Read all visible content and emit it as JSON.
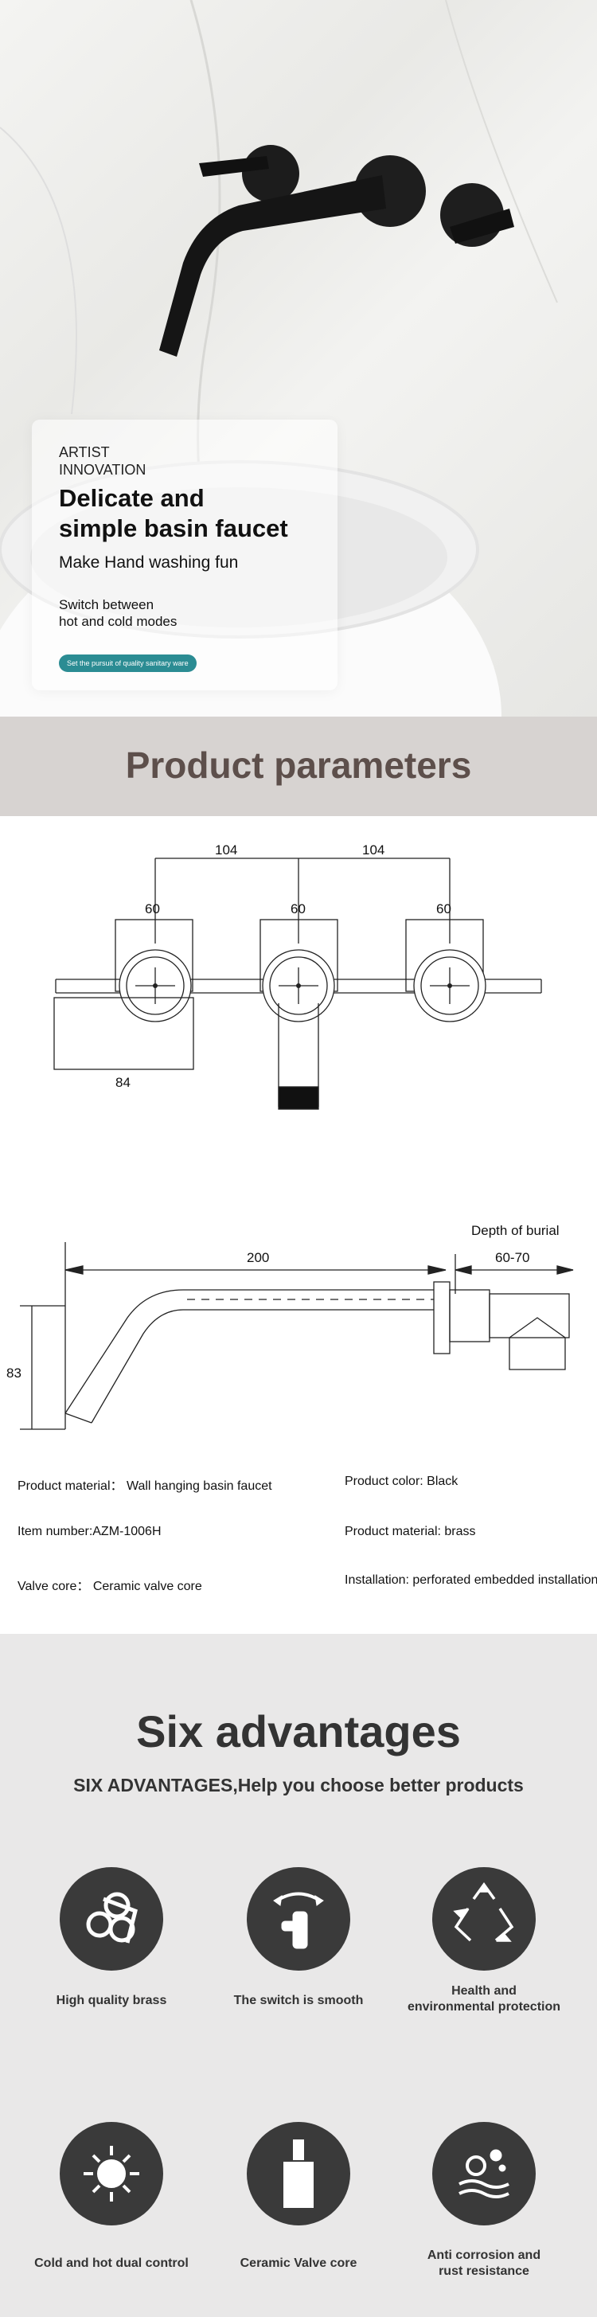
{
  "hero": {
    "brand_line1": "ARTIST",
    "brand_line2": "INNOVATION",
    "title_line1": "Delicate and",
    "title_line2": "simple basin faucet",
    "subtitle": "Make Hand washing fun",
    "desc_line1": "Switch between",
    "desc_line2": "hot and cold modes",
    "pill": "Set the pursuit of quality sanitary ware"
  },
  "parameters": {
    "heading": "Product parameters"
  },
  "drawing1": {
    "dim_spacing_left": "104",
    "dim_spacing_right": "104",
    "dim_width_left": "60",
    "dim_width_center": "60",
    "dim_width_right": "60",
    "dim_plate": "84"
  },
  "drawing2": {
    "label_depth": "Depth of burial",
    "dim_spout": "200",
    "dim_depth": "60-70",
    "dim_height": "83"
  },
  "specs": {
    "material": "Product material： Wall hanging basin faucet",
    "color": "Product color:  Black",
    "item_number": "Item number:AZM-1006H",
    "material2": "Product material: brass",
    "valve_core": "Valve core： Ceramic valve core",
    "installation": "Installation: perforated embedded installation"
  },
  "advantages": {
    "heading": "Six advantages",
    "subheading": "SIX ADVANTAGES,Help you choose better products",
    "items": [
      {
        "icon": "brass-icon",
        "line1": "High quality brass",
        "line2": ""
      },
      {
        "icon": "switch-icon",
        "line1": "The switch is smooth",
        "line2": ""
      },
      {
        "icon": "recycle-icon",
        "line1": "Health and",
        "line2": "environmental protection"
      },
      {
        "icon": "temperature-icon",
        "line1": "Cold and hot dual control",
        "line2": ""
      },
      {
        "icon": "valve-icon",
        "line1": "Ceramic Valve core",
        "line2": ""
      },
      {
        "icon": "anti-corrosion-icon",
        "line1": "Anti corrosion and",
        "line2": "rust resistance"
      }
    ]
  }
}
